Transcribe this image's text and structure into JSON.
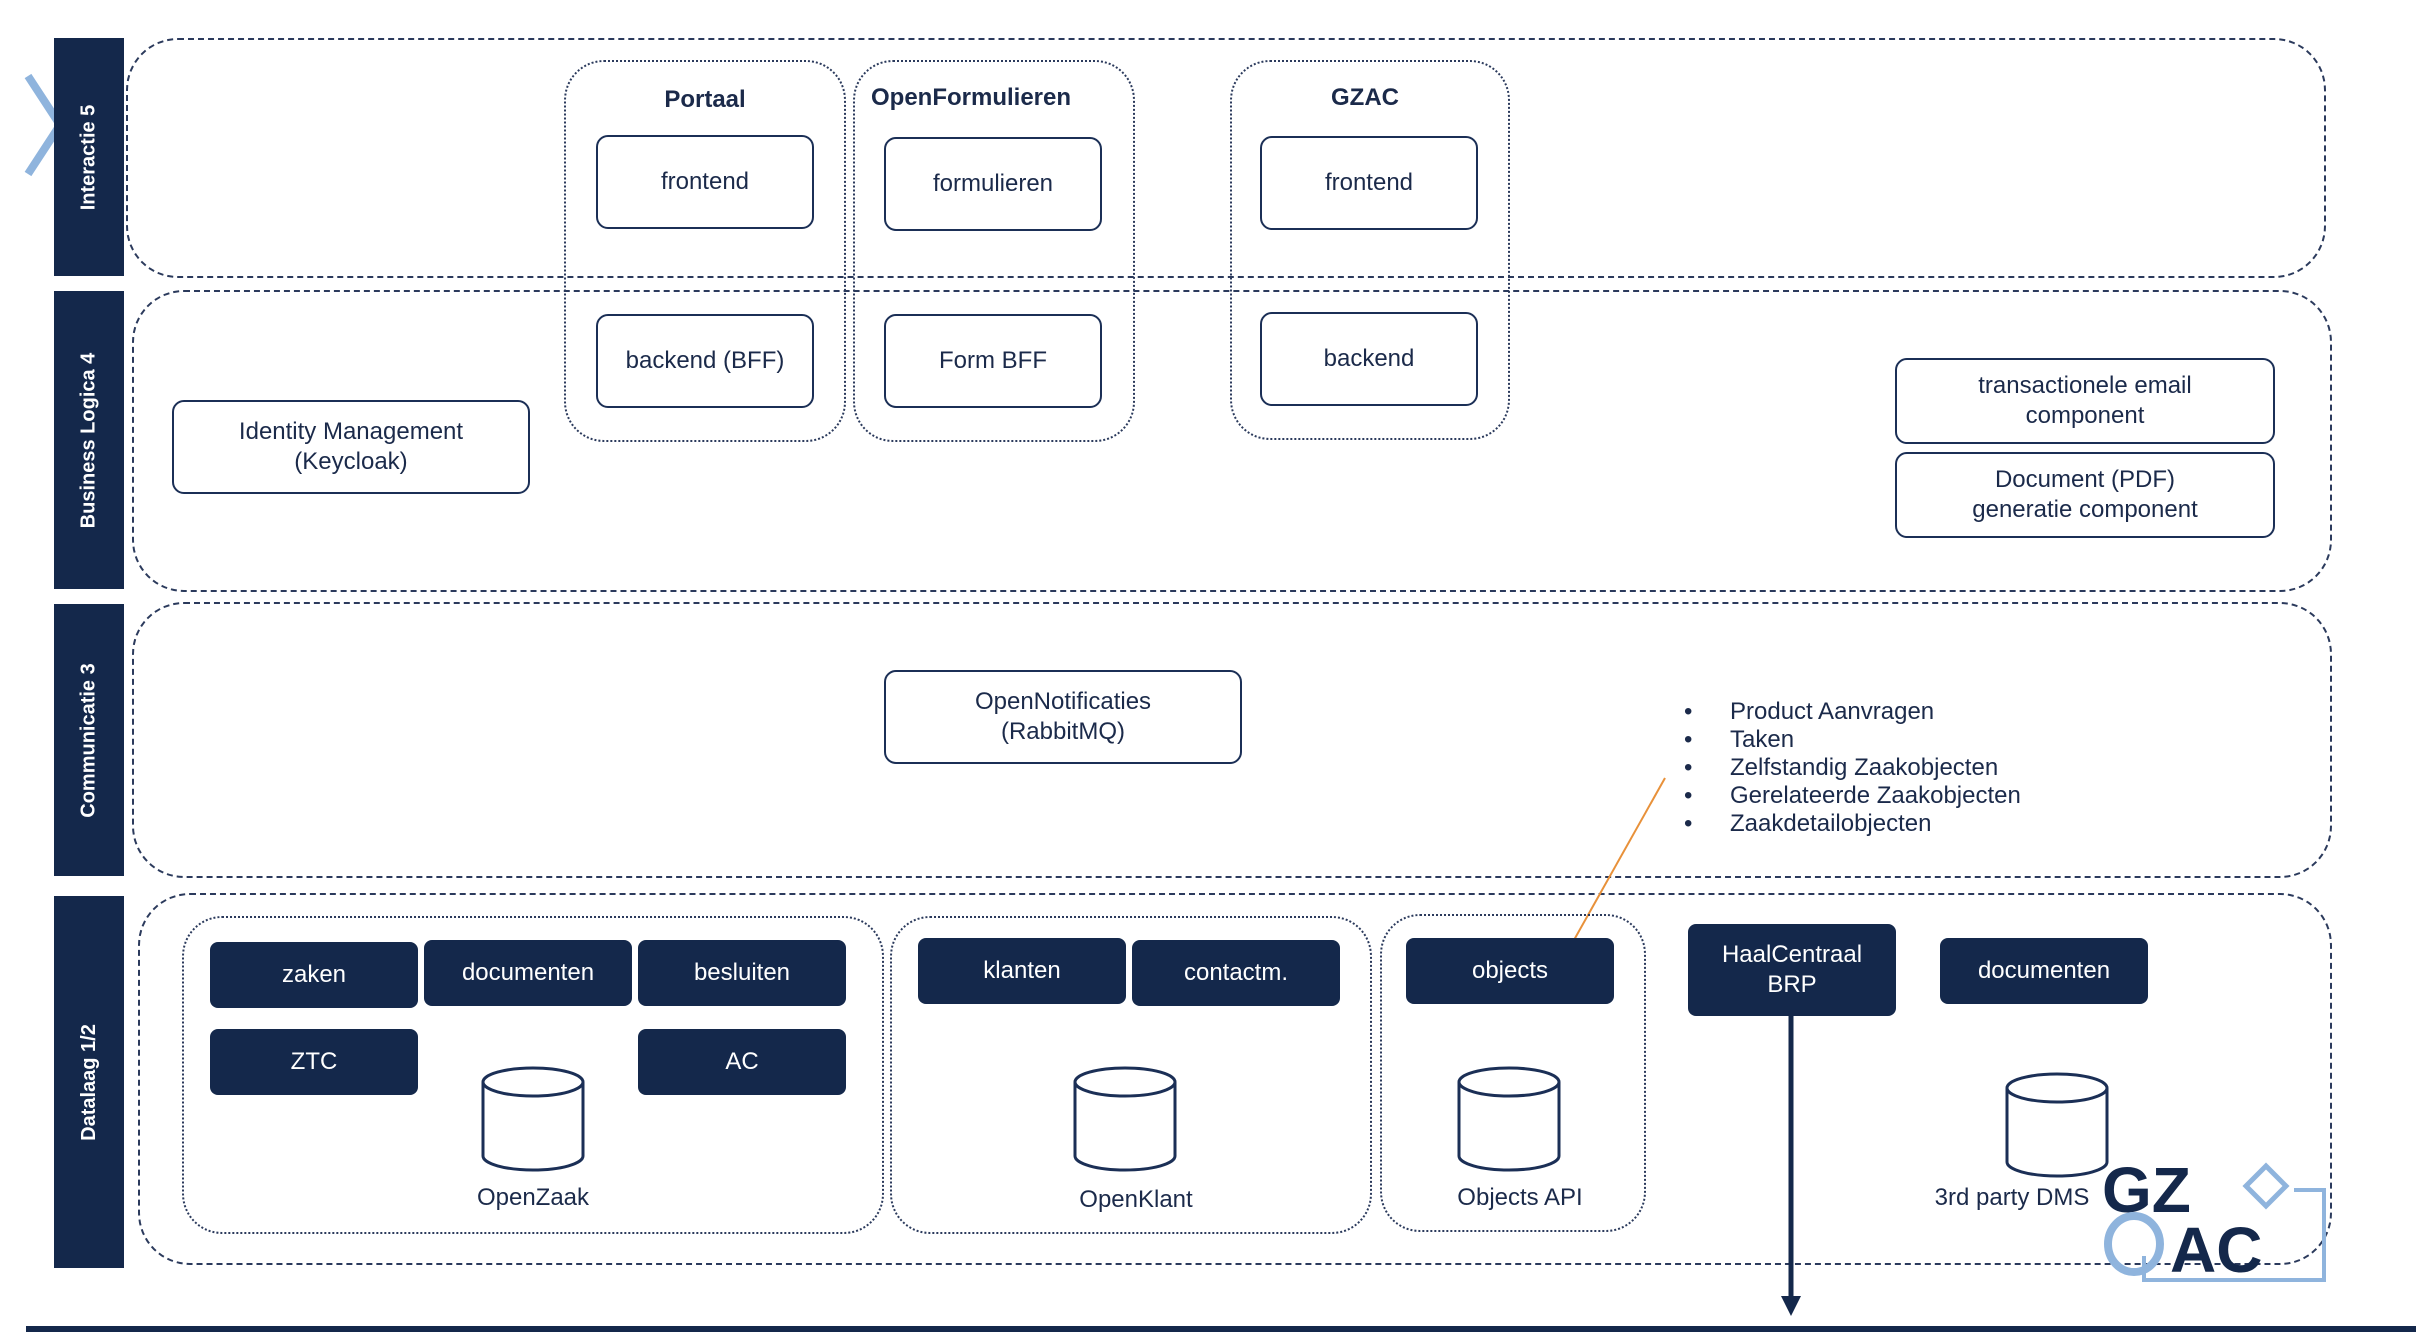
{
  "layers": [
    {
      "label": "Interactie 5"
    },
    {
      "label": "Business Logica 4"
    },
    {
      "label": "Communicatie 3"
    },
    {
      "label": "Datalaag 1/2"
    }
  ],
  "groups": {
    "portaal": {
      "title": "Portaal",
      "frontend": "frontend",
      "backend": "backend (BFF)"
    },
    "openformulieren": {
      "title": "OpenFormulieren",
      "frontend": "formulieren",
      "backend": "Form BFF"
    },
    "gzac": {
      "title": "GZAC",
      "frontend": "frontend",
      "backend": "backend"
    }
  },
  "business": {
    "identity": "Identity Management\n(Keycloak)",
    "email": "transactionele email\ncomponent",
    "pdf": "Document (PDF)\ngeneratie component"
  },
  "communicatie": {
    "opennotificaties": "OpenNotificaties\n(RabbitMQ)"
  },
  "object_types": [
    "Product Aanvragen",
    "Taken",
    "Zelfstandig Zaakobjecten",
    "Gerelateerde Zaakobjecten",
    "Zaakdetailobjecten"
  ],
  "bullet_char": "•",
  "openzaak": {
    "items": [
      "zaken",
      "documenten",
      "besluiten",
      "ZTC",
      "AC"
    ],
    "caption": "OpenZaak"
  },
  "openklant": {
    "items": [
      "klanten",
      "contactm."
    ],
    "caption": "OpenKlant"
  },
  "objectsapi": {
    "items": [
      "objects"
    ],
    "caption": "Objects API"
  },
  "haalcentraal": "HaalCentraal\nBRP",
  "dms": {
    "item": "documenten",
    "caption": "3rd party DMS"
  },
  "logo": {
    "line1": "GZ",
    "line2": "AC"
  },
  "colors": {
    "navy": "#14284b",
    "connector": "#e8913a",
    "logo_light": "#8fb4dd"
  }
}
